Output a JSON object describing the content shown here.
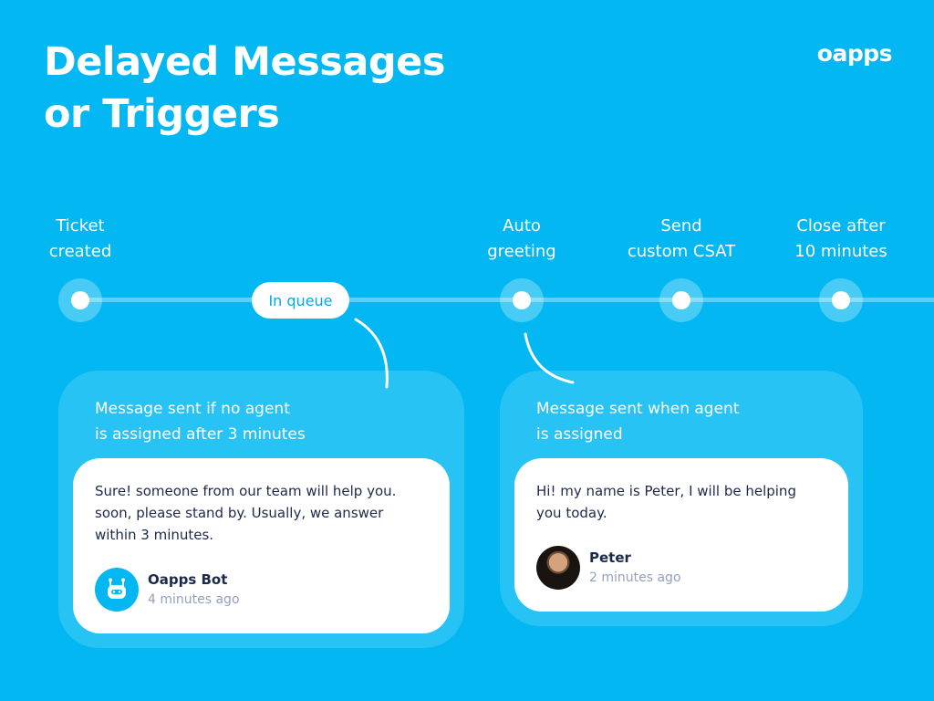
{
  "header": {
    "title_lines": [
      "Delayed Messages",
      "or Triggers"
    ],
    "logo": "oapps"
  },
  "colors": {
    "background": "#02b7f2",
    "panel": "#27c3f5",
    "card": "#ffffff",
    "text_dark": "#1c2a4a",
    "text_muted": "#94a0bd",
    "pill_text": "#02a9e8"
  },
  "timeline": {
    "steps": [
      {
        "label_lines": [
          "Ticket",
          "created"
        ]
      },
      {
        "label_lines": [
          "Auto",
          "greeting"
        ]
      },
      {
        "label_lines": [
          "Send",
          "custom CSAT"
        ]
      },
      {
        "label_lines": [
          "Close after",
          "10 minutes"
        ]
      }
    ],
    "queue_pill": "In queue"
  },
  "panels": [
    {
      "caption_lines": [
        "Message sent if no agent",
        "is assigned after 3 minutes"
      ],
      "message_lines": [
        "Sure! someone from our team will help you.",
        "soon, please stand by. Usually, we answer",
        "within 3 minutes."
      ],
      "author": {
        "name": "Oapps Bot",
        "time": "4 minutes ago",
        "avatar": "robot-icon"
      }
    },
    {
      "caption_lines": [
        "Message sent when agent",
        "is assigned"
      ],
      "message_lines": [
        "Hi! my name is Peter, I will be helping",
        "you today."
      ],
      "author": {
        "name": "Peter",
        "time": "2 minutes ago",
        "avatar": "user-photo"
      }
    }
  ]
}
